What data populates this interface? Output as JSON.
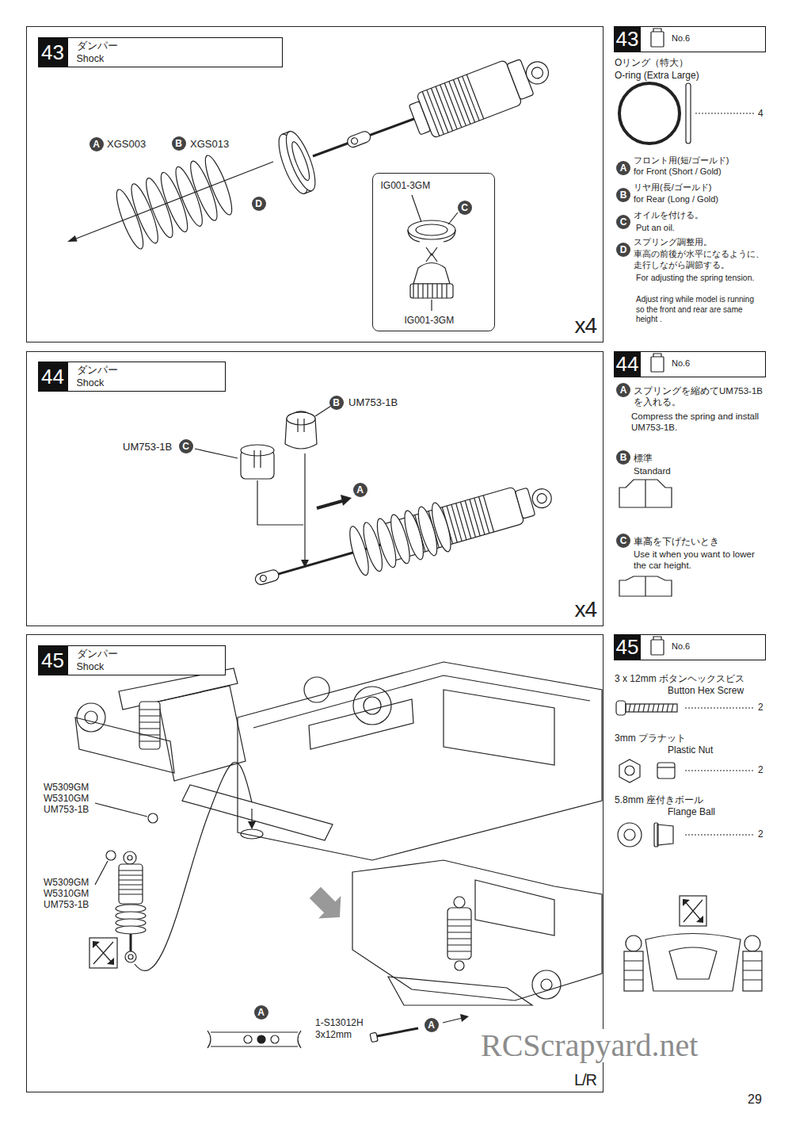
{
  "diagram": {
    "nodes": [
      {
        "text": [
          "x4"
        ]
      },
      {
        "text": [
          "43",
          "ダンパー",
          "Shock"
        ],
        "in": 0
      },
      {
        "text": [
          "A"
        ],
        "in": 0
      },
      {
        "text": [
          "B"
        ],
        "in": 0
      },
      {
        "text": [
          "D"
        ],
        "in": 0
      },
      {
        "text": [
          "IG001-3GM",
          "IG001-3GM"
        ],
        "in": 0
      },
      {
        "text": [
          "C"
        ],
        "in": 5
      },
      {
        "text": [
          "43",
          "No.6"
        ]
      },
      {
        "text": [
          "A"
        ]
      },
      {
        "text": [
          "B"
        ]
      },
      {
        "text": [
          "C"
        ]
      },
      {
        "text": [
          "D"
        ]
      },
      {
        "text": [
          "x4"
        ]
      },
      {
        "text": [
          "44",
          "ダンパー",
          "Shock"
        ],
        "in": 12
      },
      {
        "text": [
          "B"
        ],
        "in": 12
      },
      {
        "text": [
          "C"
        ],
        "in": 12
      },
      {
        "text": [
          "A"
        ],
        "in": 12
      },
      {
        "text": [
          "44",
          "No.6"
        ]
      },
      {
        "text": [
          "A"
        ]
      },
      {
        "text": [
          "B"
        ]
      },
      {
        "text": [
          "C"
        ]
      },
      {
        "text": [
          "L/R"
        ]
      },
      {
        "text": [
          "45",
          "ダンパー",
          "Shock"
        ],
        "in": 21
      },
      {
        "text": [
          "A"
        ],
        "in": 21
      },
      {
        "text": [
          "A"
        ],
        "in": 21
      },
      {
        "text": [
          "45",
          "No.6"
        ]
      }
    ],
    "labels": [
      "XGS003",
      "XGS013",
      "Oリング（特大）",
      "O-ring (Extra Large)",
      "4",
      "フロント用(短/ゴールド)",
      "for Front (Short / Gold)",
      "リヤ用(長/ゴールド)",
      "for Rear (Long / Gold)",
      "オイルを付ける。",
      "Put an oil.",
      "スプリング調整用。",
      "車高の前後が水平になるように、走行しながら調節する。",
      "For adjusting the spring tension.",
      "Adjust ring while model is running so the front and rear are same height .",
      "UM753-1B",
      "UM753-1B",
      "スプリングを縮めてUM753-1Bを入れる。",
      "Compress the spring and install UM753-1B.",
      "標準",
      "Standard",
      "車高を下げたいとき",
      "Use it when you want to lower the car height.",
      "W5309GM",
      "W5310GM",
      "UM753-1B",
      "W5309GM",
      "W5310GM",
      "UM753-1B",
      "1-S13012H",
      "3x12mm",
      "3 x 12mm ボタンヘックスビス",
      "Button Hex Screw",
      "2",
      "3mm プラナット",
      "Plastic Nut",
      "2",
      "5.8mm 座付きボール",
      "Flange Ball",
      "2",
      "29",
      "RCScrapyard.net"
    ]
  }
}
